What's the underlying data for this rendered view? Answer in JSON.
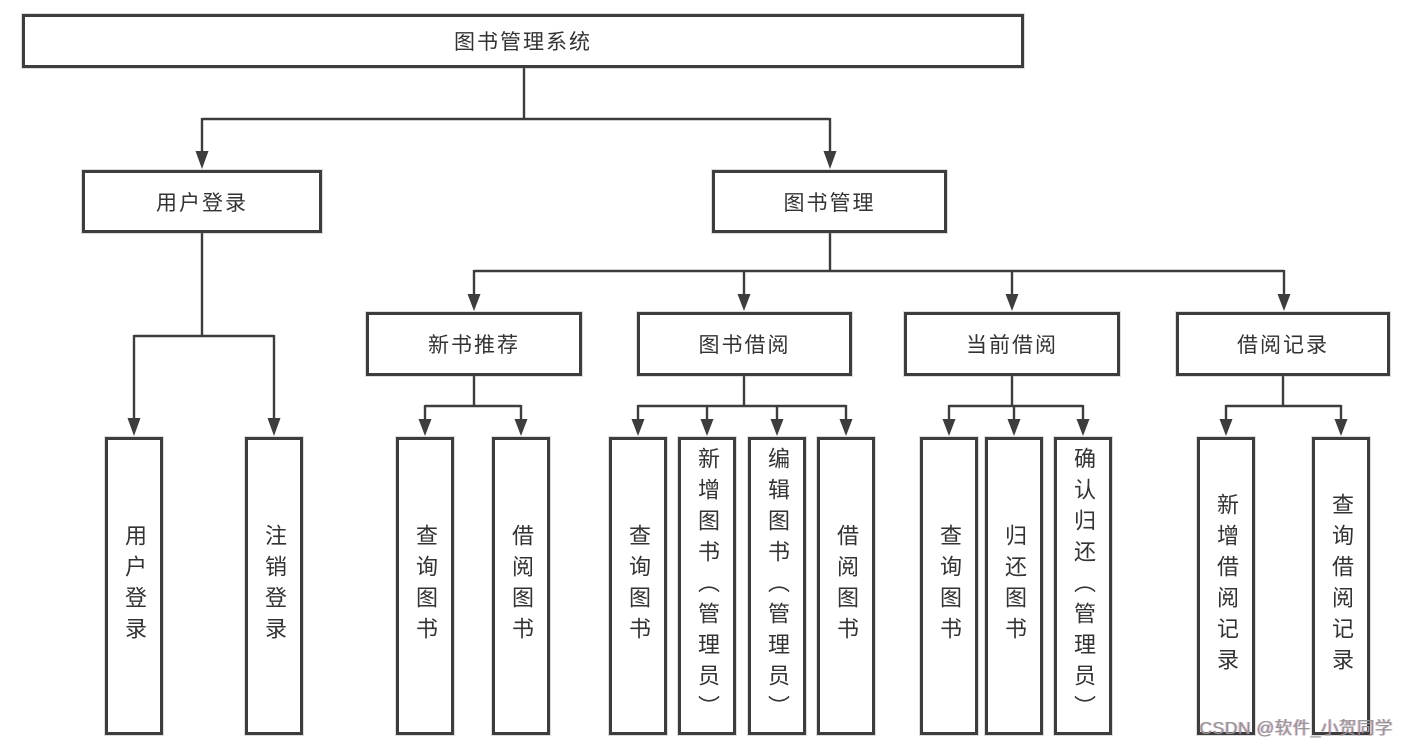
{
  "diagram_title": "图书管理系统",
  "nodes": {
    "root": {
      "label": "图书管理系统"
    },
    "user_login": {
      "label": "用户登录"
    },
    "book_mgmt": {
      "label": "图书管理"
    },
    "new_book_rec": {
      "label": "新书推荐"
    },
    "book_borrow": {
      "label": "图书借阅"
    },
    "current_borrow": {
      "label": "当前借阅"
    },
    "borrow_records": {
      "label": "借阅记录"
    },
    "leaf_user_login": {
      "label": "用户登录"
    },
    "leaf_logout": {
      "label": "注销登录"
    },
    "leaf_query_book_1": {
      "label": "查询图书"
    },
    "leaf_borrow_book_1": {
      "label": "借阅图书"
    },
    "leaf_query_book_2": {
      "label": "查询图书"
    },
    "leaf_add_book": {
      "label": "新增图书（管理员）"
    },
    "leaf_edit_book": {
      "label": "编辑图书（管理员）"
    },
    "leaf_borrow_book_2": {
      "label": "借阅图书"
    },
    "leaf_query_book_3": {
      "label": "查询图书"
    },
    "leaf_return_book": {
      "label": "归还图书"
    },
    "leaf_confirm_return": {
      "label": "确认归还（管理员）"
    },
    "leaf_add_borrow_record": {
      "label": "新增借阅记录"
    },
    "leaf_query_borrow_record": {
      "label": "查询借阅记录"
    }
  },
  "hierarchy": {
    "root": "图书管理系统",
    "children": [
      {
        "label": "用户登录",
        "children": [
          "用户登录",
          "注销登录"
        ]
      },
      {
        "label": "图书管理",
        "children": [
          {
            "label": "新书推荐",
            "children": [
              "查询图书",
              "借阅图书"
            ]
          },
          {
            "label": "图书借阅",
            "children": [
              "查询图书",
              "新增图书（管理员）",
              "编辑图书（管理员）",
              "借阅图书"
            ]
          },
          {
            "label": "当前借阅",
            "children": [
              "查询图书",
              "归还图书",
              "确认归还（管理员）"
            ]
          },
          {
            "label": "借阅记录",
            "children": [
              "新增借阅记录",
              "查询借阅记录"
            ]
          }
        ]
      }
    ]
  },
  "watermark": {
    "text": "CSDN @软件_小贺同学"
  },
  "colors": {
    "line": "#3d3d3d",
    "box_border": "#3d3d3d",
    "text": "#333333",
    "background": "#ffffff",
    "watermark_text": "#969696"
  }
}
